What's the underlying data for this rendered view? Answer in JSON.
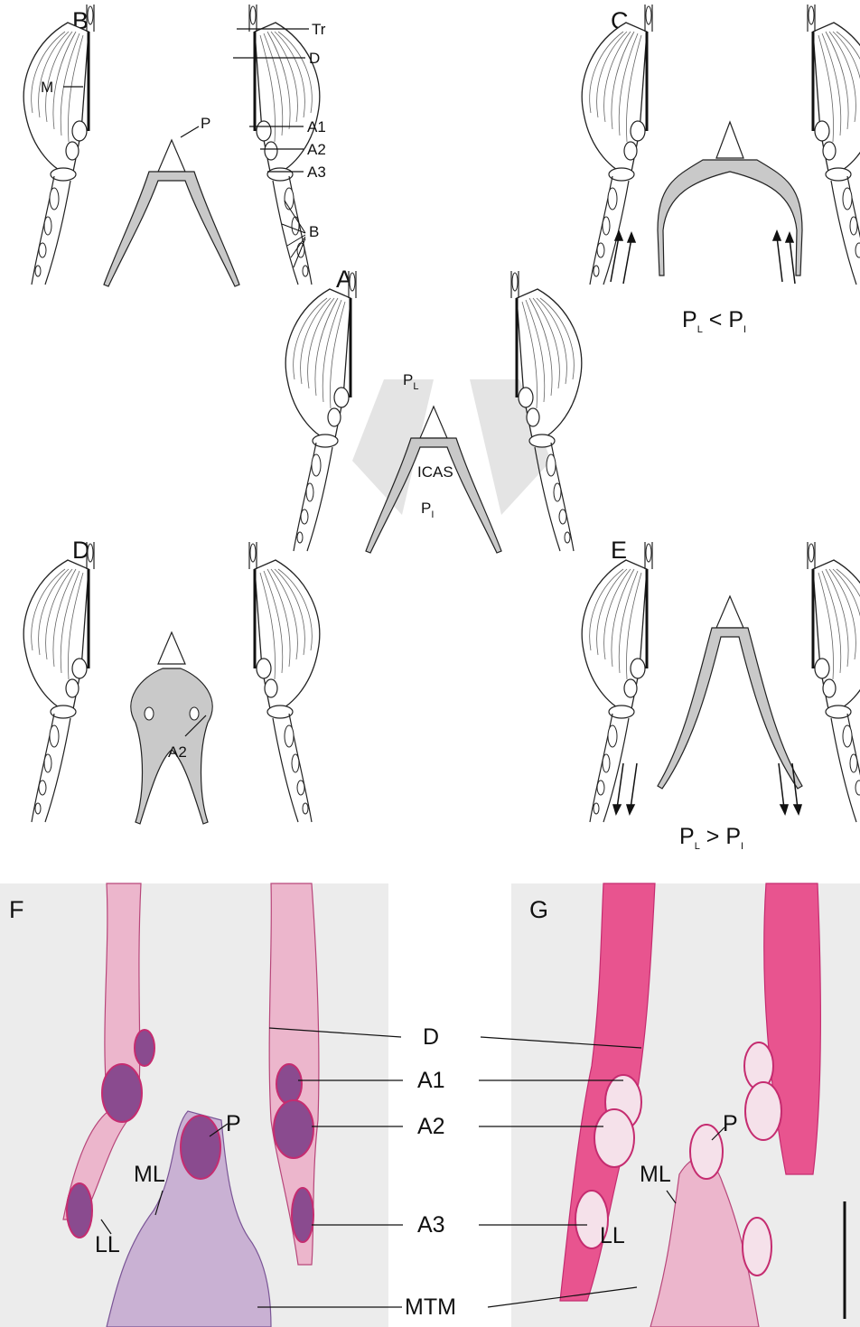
{
  "panels": {
    "a": {
      "letter": "A",
      "pl": "P",
      "pl_sub": "L",
      "icas": "ICAS",
      "pi": "P",
      "pi_sub": "I"
    },
    "b": {
      "letter": "B",
      "labels": {
        "tr": "Tr",
        "d": "D",
        "m": "M",
        "p": "P",
        "a1": "A1",
        "a2": "A2",
        "a3": "A3",
        "b": "B"
      }
    },
    "c": {
      "letter": "C",
      "cap_l": "P",
      "cap_l_sub": "L",
      "cap_rel": " < ",
      "cap_r": "P",
      "cap_r_sub": "I"
    },
    "d": {
      "letter": "D",
      "a2": "A2"
    },
    "e": {
      "letter": "E",
      "cap_l": "P",
      "cap_l_sub": "L",
      "cap_rel": " > ",
      "cap_r": "P",
      "cap_r_sub": "I"
    },
    "f": {
      "letter": "F",
      "p": "P",
      "ml": "ML",
      "ll": "LL"
    },
    "g": {
      "letter": "G",
      "p": "P",
      "ml": "ML",
      "ll": "LL"
    }
  },
  "histology_labels": {
    "d": "D",
    "a1": "A1",
    "a2": "A2",
    "a3": "A3",
    "mtm": "MTM"
  },
  "colors": {
    "stain_muscle": "#e8548f",
    "stain_pale": "#ecb6cc",
    "stain_cartilage": "#8a4b8f",
    "bg_histo": "#ececec",
    "shade_gray": "#bdbdbd"
  }
}
